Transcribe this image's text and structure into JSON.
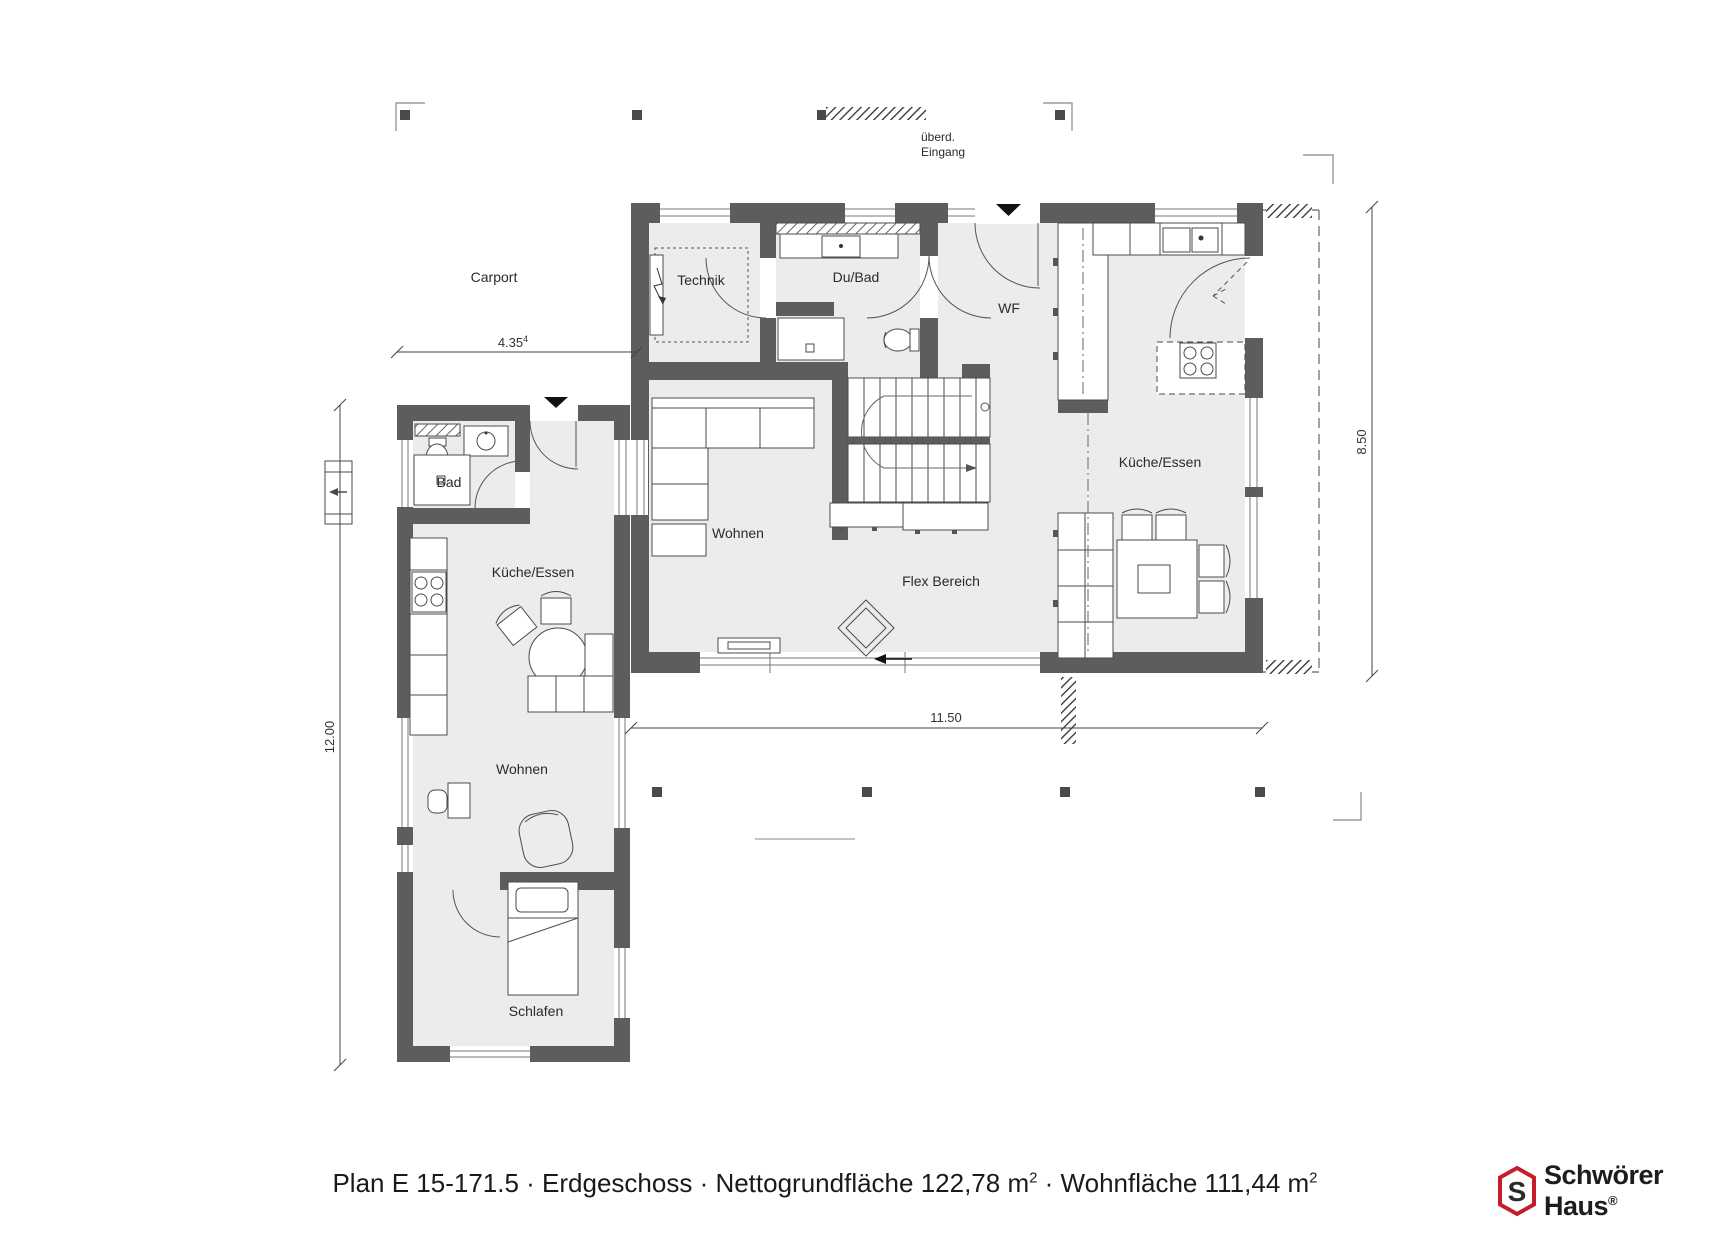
{
  "colors": {
    "wall": "#5d5d5d",
    "room_fill": "#ececec",
    "line": "#4b4b4b",
    "logo_red": "#c41e2a",
    "text": "#1a1a1a"
  },
  "plan": {
    "rooms_main": {
      "technik": "Technik",
      "du_bad": "Du/Bad",
      "wf": "WF",
      "kueche_essen": "Küche/Essen",
      "wohnen": "Wohnen",
      "flex": "Flex Bereich"
    },
    "rooms_annex": {
      "bad": "Bad",
      "kueche_essen": "Küche/Essen",
      "wohnen": "Wohnen",
      "schlafen": "Schlafen"
    },
    "outdoor": {
      "carport": "Carport",
      "entrance_line1": "überd.",
      "entrance_line2": "Eingang"
    },
    "dimensions": {
      "annex_width": "4.35",
      "annex_width_sup": "4",
      "house_width": "11.50",
      "house_depth": "8.50",
      "annex_depth": "12.00"
    }
  },
  "caption": {
    "part1": "Plan E 15-171.5 · Erdgeschoss · Nettogrundfläche 122,78 m",
    "sup1": "2",
    "part2": " · Wohnfläche 111,44 m",
    "sup2": "2"
  },
  "logo": {
    "line1": "Schwörer",
    "line2": "Haus",
    "registered": "®",
    "icon": "S"
  }
}
